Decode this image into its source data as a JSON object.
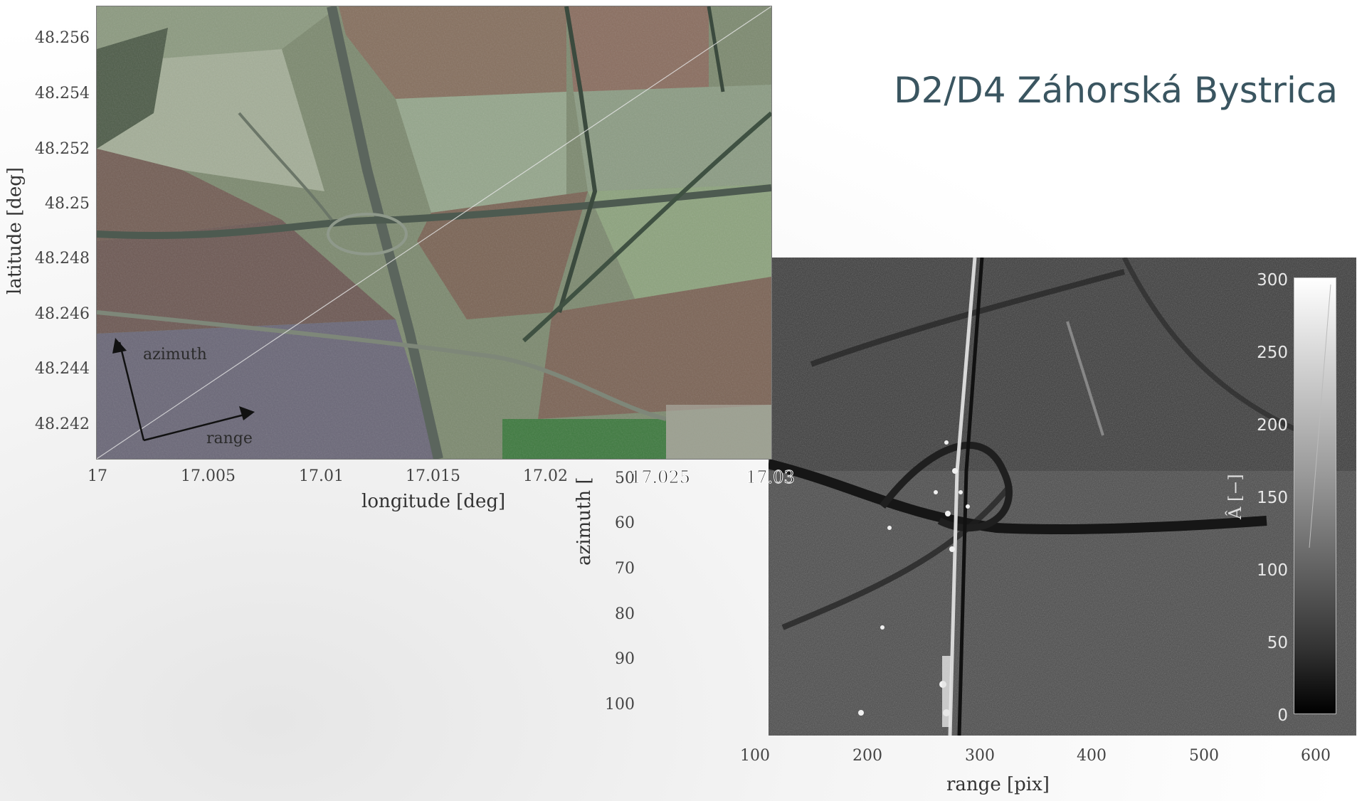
{
  "slide": {
    "title": "D2/D4 Záhorská Bystrica"
  },
  "map": {
    "ylabel": "latitude [deg]",
    "xlabel": "longitude [deg]",
    "yticks": [
      "48.256",
      "48.254",
      "48.252",
      "48.25",
      "48.248",
      "48.246",
      "48.244",
      "48.242"
    ],
    "xticks": [
      "17",
      "17.005",
      "17.01",
      "17.015",
      "17.02"
    ],
    "overlay_xticks": [
      "17.025",
      "17.03"
    ],
    "arrows": {
      "azimuth": "azimuth",
      "range": "range"
    },
    "colors": {
      "field_green": "#7f8e72",
      "field_brown": "#7a6658",
      "road": "#59635c"
    }
  },
  "sar": {
    "ylabel": "azimuth [pix]",
    "ylabel_visible": "azimuth [",
    "xlabel": "range [pix]",
    "yticks": [
      "50",
      "60",
      "70",
      "80",
      "90",
      "100"
    ],
    "xticks": [
      "100",
      "200",
      "300",
      "400",
      "500",
      "600"
    ],
    "colorbar": {
      "label": "Â [−]",
      "ticks": [
        "300",
        "250",
        "200",
        "150",
        "100",
        "50",
        "0"
      ]
    }
  }
}
